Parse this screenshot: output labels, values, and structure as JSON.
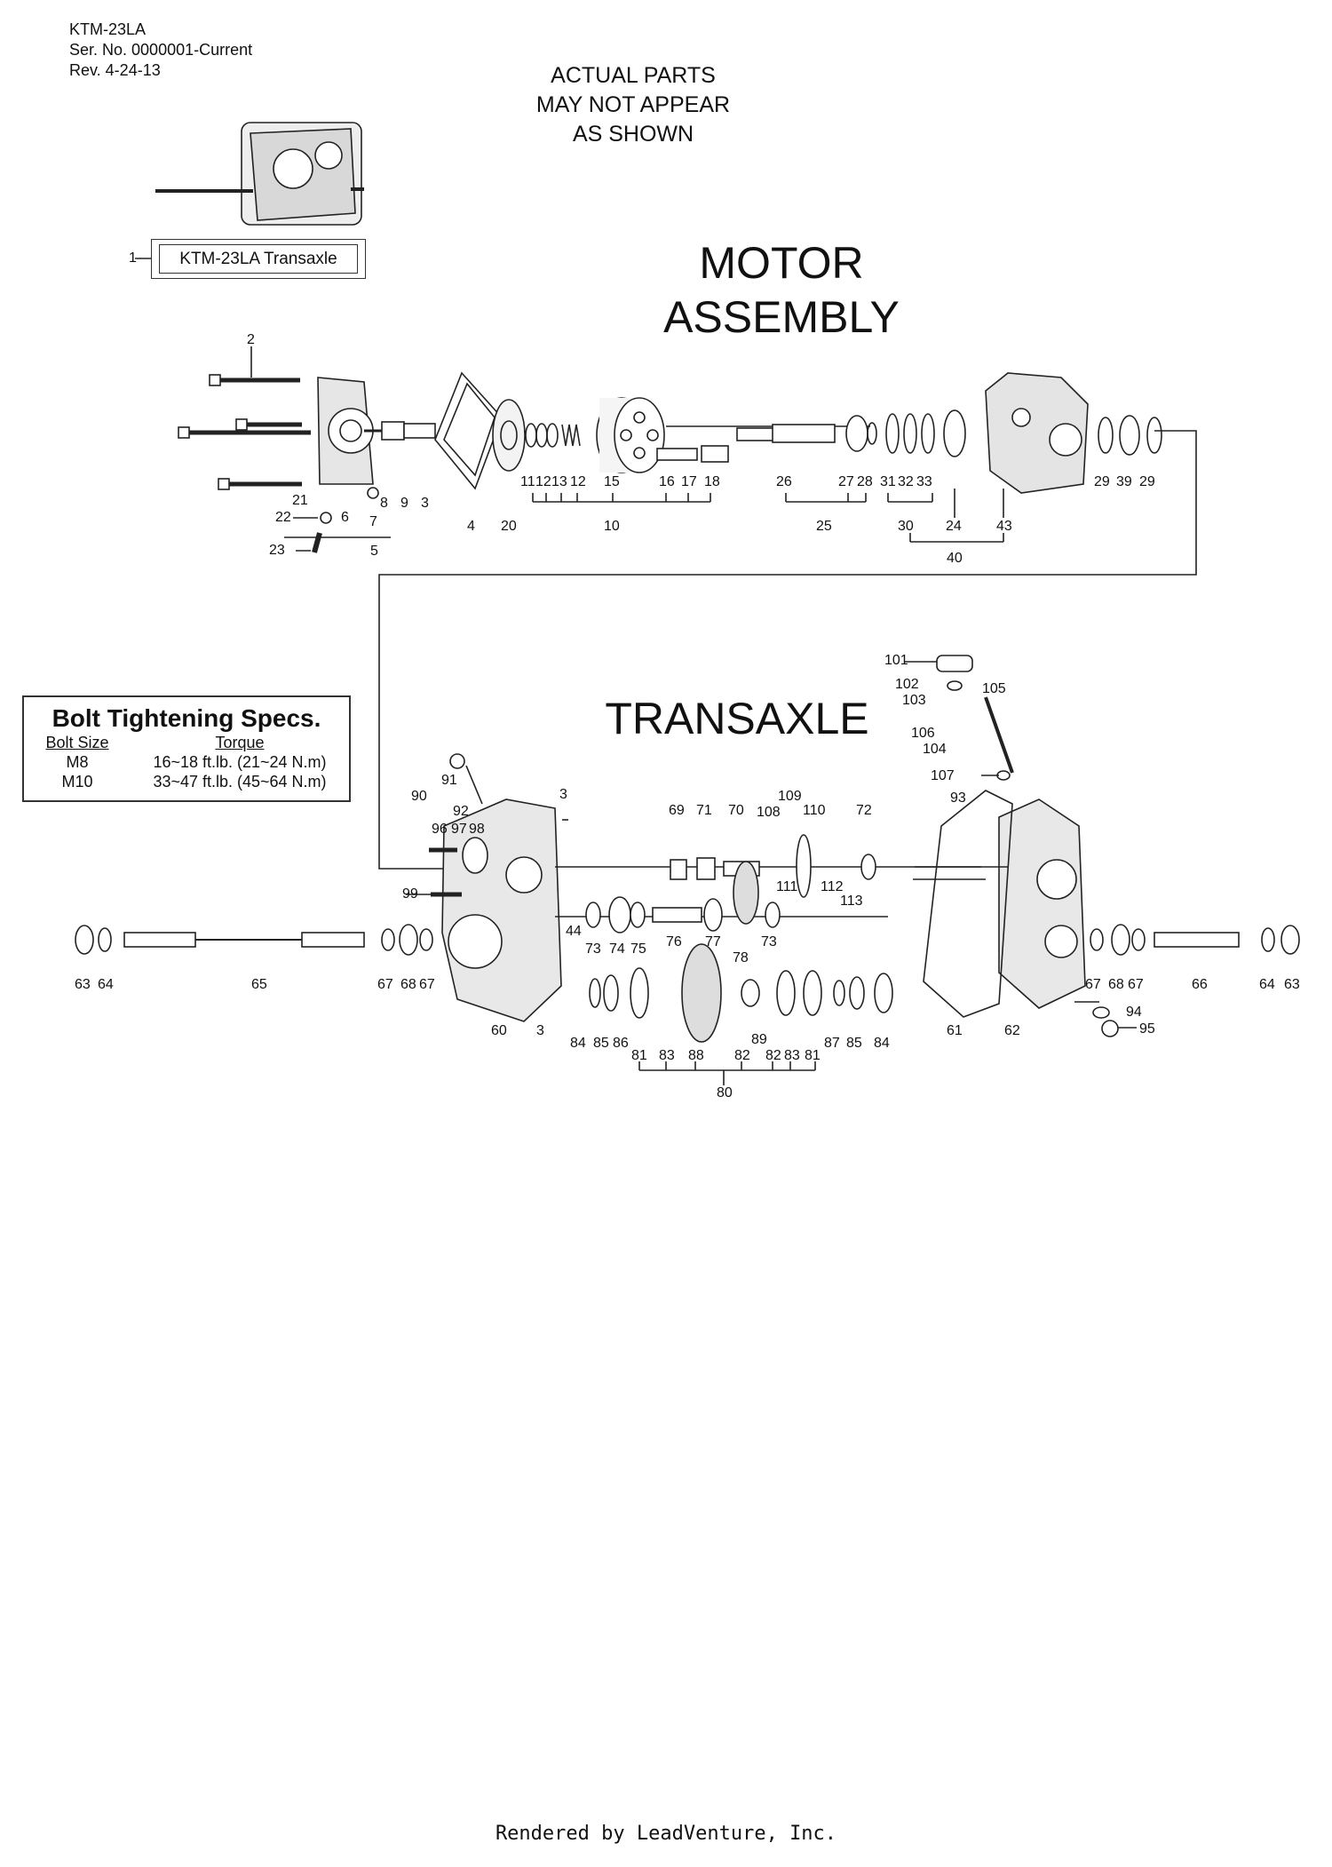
{
  "header": {
    "model": "KTM-23LA",
    "serial": "Ser. No. 0000001-Current",
    "revision": "Rev. 4-24-13"
  },
  "disclaimer": [
    "ACTUAL PARTS",
    "MAY NOT APPEAR",
    "AS SHOWN"
  ],
  "callout_1": {
    "number": "1",
    "label": "KTM-23LA Transaxle"
  },
  "section_titles": {
    "motor_line1": "MOTOR",
    "motor_line2": "ASSEMBLY",
    "transaxle": "TRANSAXLE"
  },
  "bolt_specs": {
    "title": "Bolt Tightening Specs.",
    "col_size": "Bolt Size",
    "col_torque": "Torque",
    "rows": [
      {
        "size": "M8",
        "torque": "16~18 ft.lb. (21~24 N.m)"
      },
      {
        "size": "M10",
        "torque": "33~47 ft.lb. (45~64 N.m)"
      }
    ]
  },
  "motor_labels": [
    "2",
    "21",
    "22",
    "23",
    "6",
    "7",
    "8",
    "9",
    "3",
    "5",
    "4",
    "20",
    "11",
    "12",
    "13",
    "12",
    "15",
    "16",
    "17",
    "18",
    "10",
    "26",
    "27",
    "28",
    "25",
    "31",
    "32",
    "33",
    "30",
    "24",
    "43",
    "40",
    "29",
    "39",
    "29"
  ],
  "transaxle_labels": [
    "101",
    "102",
    "103",
    "105",
    "106",
    "104",
    "107",
    "93",
    "91",
    "90",
    "92",
    "96",
    "97",
    "98",
    "3",
    "69",
    "71",
    "70",
    "108",
    "109",
    "110",
    "72",
    "111",
    "112",
    "113",
    "99",
    "44",
    "73",
    "74",
    "75",
    "76",
    "77",
    "73",
    "78",
    "63",
    "64",
    "65",
    "67",
    "68",
    "67",
    "60",
    "3",
    "84",
    "85",
    "86",
    "81",
    "83",
    "88",
    "82",
    "89",
    "82",
    "83",
    "81",
    "87",
    "85",
    "84",
    "61",
    "62",
    "67",
    "68",
    "67",
    "66",
    "64",
    "63",
    "94",
    "95",
    "80"
  ],
  "footer": "Rendered by LeadVenture, Inc."
}
